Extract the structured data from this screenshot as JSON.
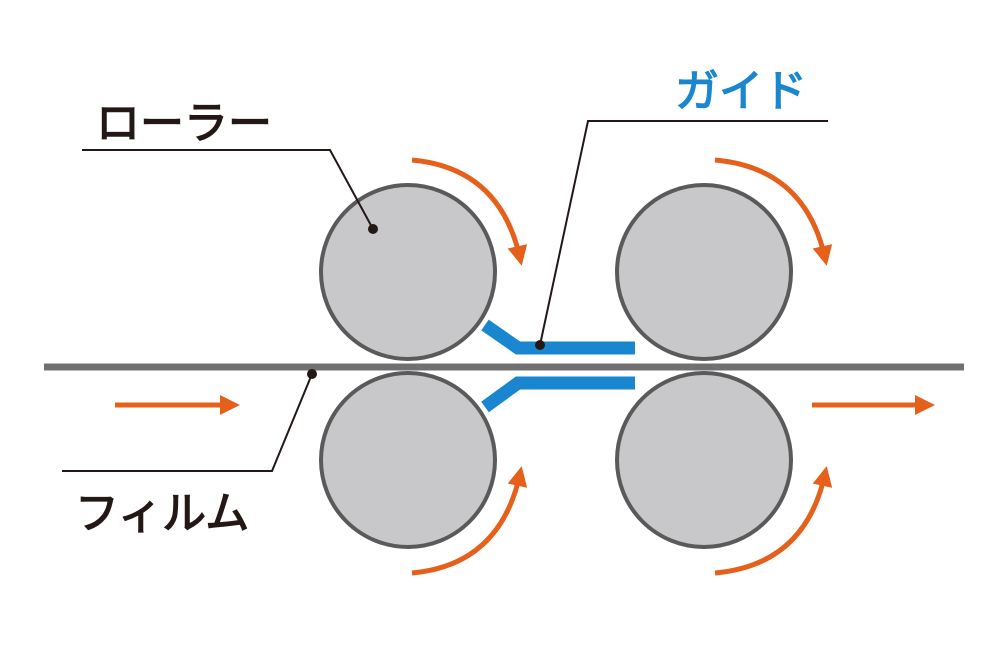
{
  "labels": {
    "roller": "ローラー",
    "guide": "ガイド",
    "film": "フィルム"
  },
  "colors": {
    "roller_fill": "#c8c8ca",
    "roller_stroke": "#5a5a5a",
    "film": "#707070",
    "arrow": "#e4601b",
    "guide": "#1a86d0",
    "text": "#231815",
    "leader": "#231815"
  },
  "parts": {
    "rollers": [
      "upper-left",
      "lower-left",
      "upper-right",
      "lower-right"
    ],
    "flow_direction": "left-to-right"
  }
}
